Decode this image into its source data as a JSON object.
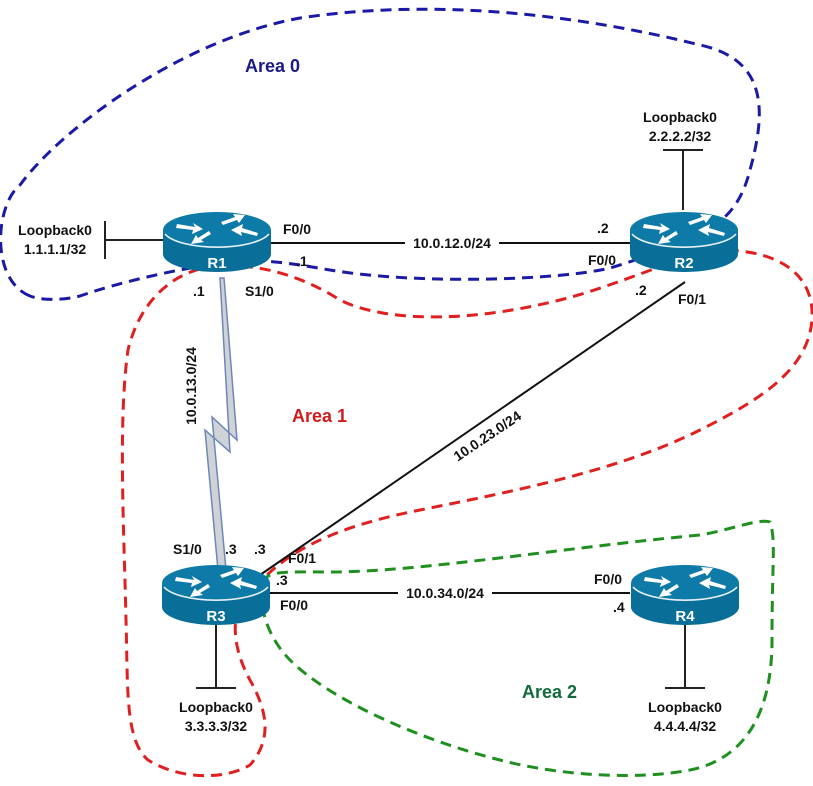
{
  "colors": {
    "area0": "#1a1aa6",
    "area1": "#e02020",
    "area2": "#1f8f1f",
    "area0_text": "#1a1a8c",
    "area1_text": "#d01c1c",
    "area2_text": "#116b3a",
    "router_body": "#0a6f98",
    "router_top": "#0d7aa8",
    "serial_fill": "#cfd3d8",
    "serial_stroke": "#6f86b8"
  },
  "areas": [
    {
      "id": "area0",
      "label": "Area 0"
    },
    {
      "id": "area1",
      "label": "Area 1"
    },
    {
      "id": "area2",
      "label": "Area 2"
    }
  ],
  "routers": [
    {
      "id": "R1",
      "label": "R1",
      "loopback": {
        "name": "Loopback0",
        "address": "1.1.1.1/32"
      }
    },
    {
      "id": "R2",
      "label": "R2",
      "loopback": {
        "name": "Loopback0",
        "address": "2.2.2.2/32"
      }
    },
    {
      "id": "R3",
      "label": "R3",
      "loopback": {
        "name": "Loopback0",
        "address": "3.3.3.3/32"
      }
    },
    {
      "id": "R4",
      "label": "R4",
      "loopback": {
        "name": "Loopback0",
        "address": "4.4.4.4/32"
      }
    }
  ],
  "links": [
    {
      "id": "r1-r2",
      "subnet": "10.0.12.0/24",
      "type": "ethernet",
      "a": {
        "router": "R1",
        "interface": "F0/0",
        "host": ".1"
      },
      "b": {
        "router": "R2",
        "interface": "F0/0",
        "host": ".2"
      }
    },
    {
      "id": "r1-r3",
      "subnet": "10.0.13.0/24",
      "type": "serial",
      "a": {
        "router": "R1",
        "interface": "S1/0",
        "host": ".1"
      },
      "b": {
        "router": "R3",
        "interface": "S1/0",
        "host": ".3"
      }
    },
    {
      "id": "r2-r3",
      "subnet": "10.0.23.0/24",
      "type": "ethernet",
      "a": {
        "router": "R2",
        "interface": "F0/1",
        "host": ".2"
      },
      "b": {
        "router": "R3",
        "interface": "F0/1",
        "host": ".3"
      }
    },
    {
      "id": "r3-r4",
      "subnet": "10.0.34.0/24",
      "type": "ethernet",
      "a": {
        "router": "R3",
        "interface": "F0/0",
        "host": ".3"
      },
      "b": {
        "router": "R4",
        "interface": "F0/0",
        "host": ".4"
      }
    }
  ]
}
